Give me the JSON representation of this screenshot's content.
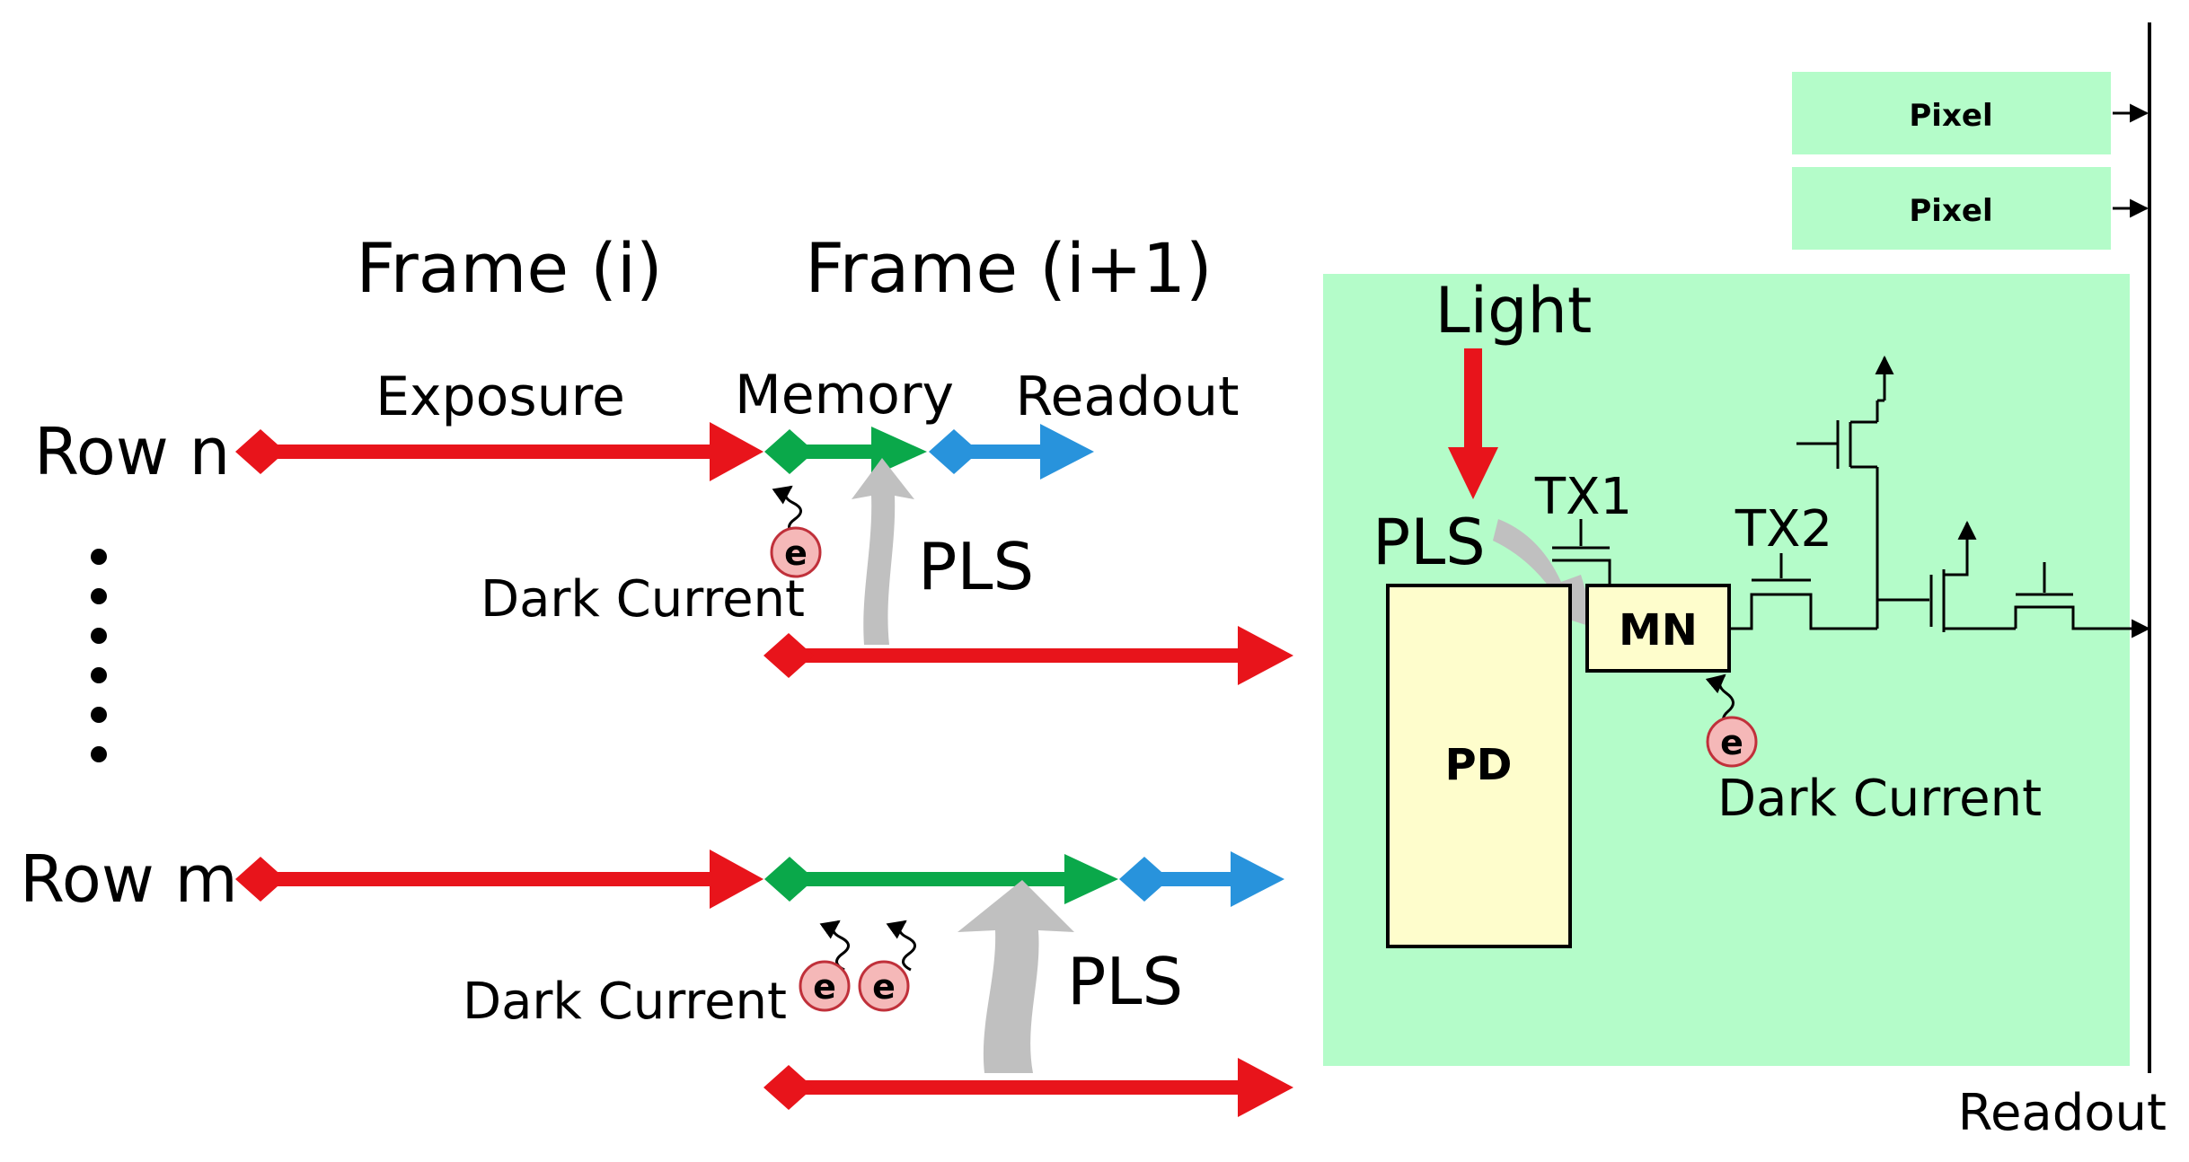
{
  "timing": {
    "frame_i": "Frame (i)",
    "frame_i1": "Frame (i+1)",
    "row_n": "Row n",
    "row_m": "Row m",
    "exposure": "Exposure",
    "memory": "Memory",
    "readout": "Readout",
    "pls_top": "PLS",
    "pls_bottom": "PLS",
    "dark_current_top": "Dark Current",
    "dark_current_bottom": "Dark Current",
    "electron": "e",
    "ellipsis_dots": 6
  },
  "pixel": {
    "pixel_a": "Pixel",
    "pixel_b": "Pixel",
    "light": "Light",
    "pls": "PLS",
    "tx1": "TX1",
    "tx2": "TX2",
    "mn": "MN",
    "pd": "PD",
    "dark_current": "Dark Current",
    "electron": "e",
    "readout": "Readout"
  },
  "colors": {
    "exposure": "#e8141b",
    "memory": "#0aa84a",
    "readout": "#2893dc",
    "pixel_bg": "#b4fcc9",
    "pd_fill": "#fefdcc",
    "pls_arrow": "#c0c0c0",
    "electron_fill": "#f5b8b8",
    "electron_stroke": "#c0303a"
  }
}
